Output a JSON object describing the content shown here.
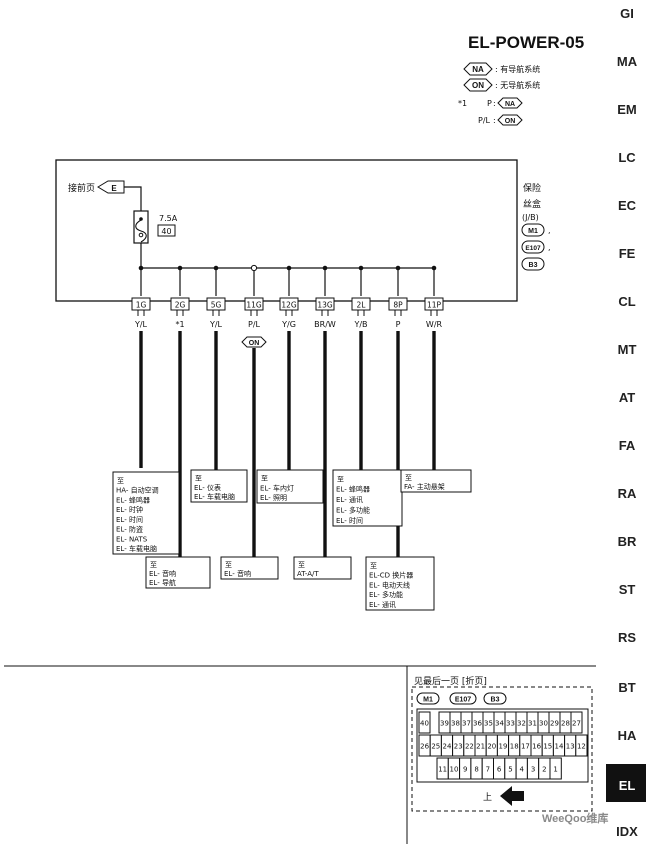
{
  "page_code": "EL-POWER-05",
  "legend": {
    "items": [
      {
        "symbol": "NA",
        "text": ": 有导航系统"
      },
      {
        "symbol": "ON",
        "text": ": 无导航系统"
      }
    ],
    "footnote": {
      "mark": "*1",
      "rows": [
        {
          "code": "P",
          "symbol": "NA"
        },
        {
          "code": "P/L",
          "symbol": "ON"
        }
      ]
    }
  },
  "from_previous": {
    "label": "接前页",
    "connector": "E"
  },
  "fuse": {
    "rating": "7.5A",
    "number": "40"
  },
  "fuse_box": {
    "lines": [
      "保险",
      "丝盒",
      "(J/B)"
    ],
    "connectors": [
      "M1",
      "E107",
      "B3"
    ]
  },
  "terminals": [
    {
      "pin": "1G",
      "wire": "Y/L"
    },
    {
      "pin": "2G",
      "wire": "*1"
    },
    {
      "pin": "5G",
      "wire": "Y/L"
    },
    {
      "pin": "11G",
      "wire": "P/L"
    },
    {
      "pin": "12G",
      "wire": "Y/G"
    },
    {
      "pin": "13G",
      "wire": "BR/W"
    },
    {
      "pin": "2L",
      "wire": "Y/B"
    },
    {
      "pin": "8P",
      "wire": "P"
    },
    {
      "pin": "11P",
      "wire": "W/R"
    }
  ],
  "wire_badge": "ON",
  "destinations": [
    {
      "lines": [
        "至",
        "HA- 自动空调",
        "EL- 蜂鸣器",
        "EL- 时钟",
        "EL- 时间",
        "EL- 防盗",
        "EL- NATS",
        "EL- 车载电脑"
      ]
    },
    {
      "lines": [
        "至",
        "EL- 音响",
        "EL- 导航"
      ]
    },
    {
      "lines": [
        "至",
        "EL- 仪表",
        "EL- 车载电脑"
      ]
    },
    {
      "lines": [
        "至",
        "EL- 音响"
      ]
    },
    {
      "lines": [
        "至",
        "EL- 车内灯",
        "EL- 照明"
      ]
    },
    {
      "lines": [
        "至",
        "AT-A/T"
      ]
    },
    {
      "lines": [
        "至",
        "EL- 蜂鸣器",
        "EL- 通讯",
        "EL- 多功能",
        "EL- 时间"
      ]
    },
    {
      "lines": [
        "至",
        "EL-CD 换片器",
        "EL- 电动天线",
        "EL- 多功能",
        "EL- 通讯"
      ]
    },
    {
      "lines": [
        "至",
        "FA- 主动悬架"
      ]
    }
  ],
  "connector_panel": {
    "title": "见最后一页 [折页]",
    "tags": [
      "M1",
      "E107",
      "B3"
    ],
    "row1": [
      "40",
      "39",
      "38",
      "37",
      "36",
      "35",
      "34",
      "33",
      "32",
      "31",
      "30",
      "29",
      "28",
      "27"
    ],
    "row2": [
      "26",
      "25",
      "24",
      "23",
      "22",
      "21",
      "20",
      "19",
      "18",
      "17",
      "16",
      "15",
      "14",
      "13",
      "12"
    ],
    "row3": [
      "11",
      "10",
      "9",
      "8",
      "7",
      "6",
      "5",
      "4",
      "3",
      "2",
      "1"
    ],
    "up_label": "上"
  },
  "side_tabs": [
    "GI",
    "MA",
    "EM",
    "LC",
    "EC",
    "FE",
    "CL",
    "MT",
    "AT",
    "FA",
    "RA",
    "BR",
    "ST",
    "RS",
    "BT",
    "HA",
    "EL",
    "IDX"
  ],
  "active_tab": "EL",
  "watermark": "WeeQoo维库"
}
